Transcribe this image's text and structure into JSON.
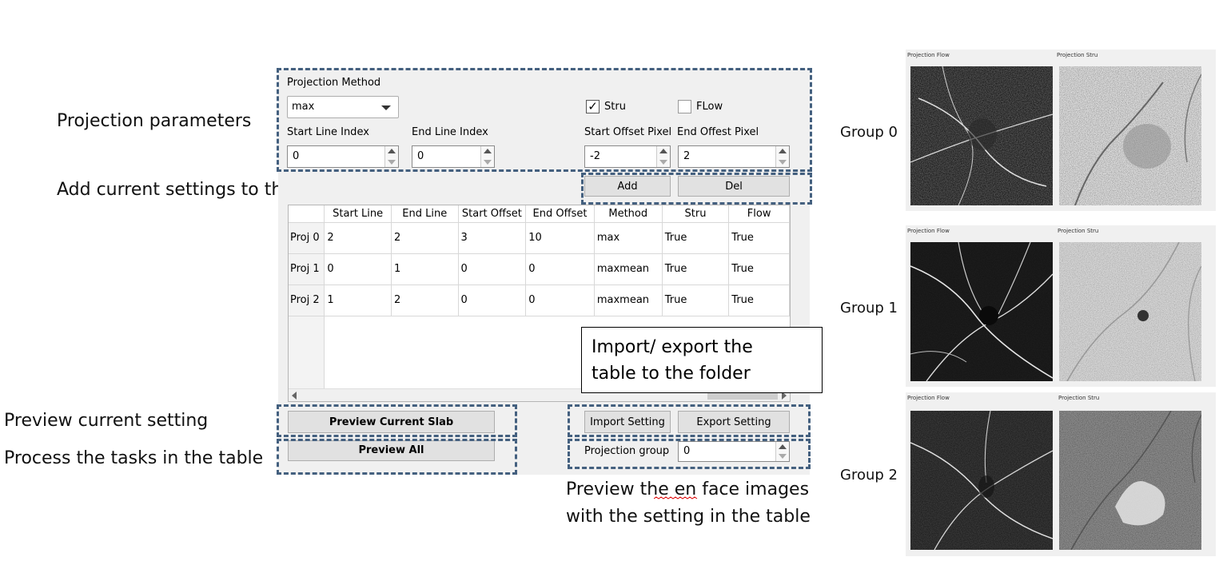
{
  "annotations": {
    "projection_parameters": "Projection parameters",
    "add_settings": "Add current settings to the table",
    "preview_current": "Preview current setting",
    "process_tasks": "Process the tasks in the table",
    "preview_enface_line1": "Preview the en face images",
    "preview_enface_line2": "with the setting in the table",
    "import_export_line1": "Import/ export the",
    "import_export_line2": "table to the folder"
  },
  "params": {
    "projection_method_label": "Projection Method",
    "method_value": "max",
    "stru_label": "Stru",
    "stru_checked": true,
    "stru_check_glyph": "✓",
    "flow_label": "FLow",
    "flow_checked": false,
    "start_line_label": "Start Line Index",
    "start_line_value": "0",
    "end_line_label": "End Line Index",
    "end_line_value": "0",
    "start_offset_label": "Start Offset Pixel",
    "start_offset_value": "-2",
    "end_offset_label": "End Offest Pixel",
    "end_offset_value": "2"
  },
  "buttons": {
    "add": "Add",
    "del": "Del",
    "preview_current_slab": "Preview Current Slab",
    "preview_all": "Preview All",
    "import_setting": "Import Setting",
    "export_setting": "Export Setting"
  },
  "projection_group": {
    "label": "Projection group",
    "value": "0"
  },
  "table": {
    "columns": [
      "Start Line",
      "End Line",
      "Start Offset",
      "End Offset",
      "Method",
      "Stru",
      "Flow"
    ],
    "rows": [
      {
        "header": "Proj 0",
        "cells": [
          "2",
          "2",
          "3",
          "10",
          "max",
          "True",
          "True"
        ]
      },
      {
        "header": "Proj 1",
        "cells": [
          "0",
          "1",
          "0",
          "0",
          "maxmean",
          "True",
          "True"
        ]
      },
      {
        "header": "Proj 2",
        "cells": [
          "1",
          "2",
          "0",
          "0",
          "maxmean",
          "True",
          "True"
        ]
      }
    ]
  },
  "groups": [
    {
      "label": "Group 0",
      "flow_caption": "Projection Flow",
      "stru_caption": "Projection Stru"
    },
    {
      "label": "Group 1",
      "flow_caption": "Projection Flow",
      "stru_caption": "Projection Stru"
    },
    {
      "label": "Group 2",
      "flow_caption": "Projection Flow",
      "stru_caption": "Projection Stru"
    }
  ],
  "colors": {
    "dashed_border": "#44607f",
    "panel_bg": "#f0f0f0",
    "button_bg": "#e1e1e1"
  }
}
